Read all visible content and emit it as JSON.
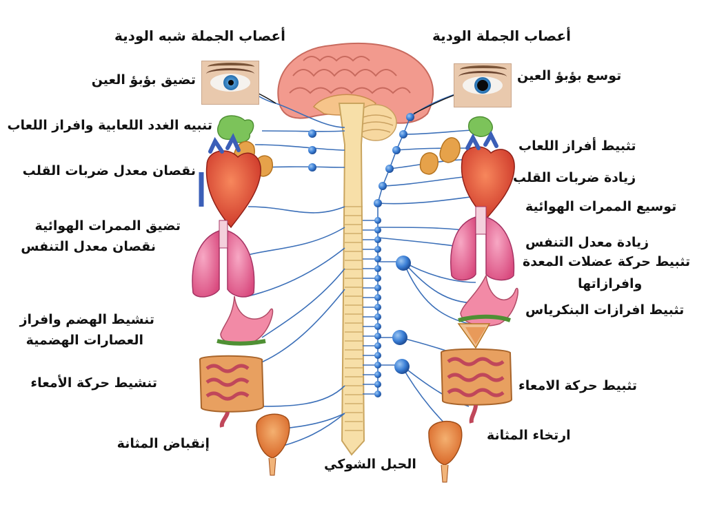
{
  "headers": {
    "parasympathetic": "أعصاب الجملة الودية",
    "sympathetic": "أعصاب الجملة شبه الودية"
  },
  "left_labels": {
    "pupil": "تضيق بؤبؤ العين",
    "saliva": "تنبيه الغدد اللعابية وافراز اللعاب",
    "heart": "نقصان معدل ضربات القلب",
    "airways_1": "تضيق الممرات الهوائية",
    "airways_2": "نقصان معدل التنفس",
    "digest_1": "تنشيط الهضم وافراز",
    "digest_2": "العصارات الهضمية",
    "intestine": "تنشيط حركة الأمعاء",
    "bladder": "إنقباض المثانة"
  },
  "right_labels": {
    "pupil": "توسع بؤبؤ العين",
    "saliva": "تثبيط أفراز اللعاب",
    "heart": "زيادة ضربات القلب",
    "airways": "توسيع الممرات الهوائية",
    "breathing": "زيادة معدل التنفس",
    "stomach_1": "تثبيط حركة عضلات المعدة",
    "stomach_2": "وافرازاتها",
    "pancreas": "تثبيط افرازات البنكرياس",
    "intestine": "تثبيط حركة الامعاء",
    "bladder": "ارتخاء المثانة"
  },
  "center_label": "الحبل الشوكي",
  "colors": {
    "nerve": "#3b6fb8",
    "ganglion": "#3b7fd6",
    "spinal_cord": "#f7dfa8",
    "brain": "#f29a8e",
    "heart": "#e2443a",
    "lung": "#ec6a99",
    "stomach": "#f28aa6",
    "intestine": "#c0475a",
    "bladder": "#e88a3a",
    "gland": "#7cc35a",
    "pancreas_gland": "#e6a24a"
  }
}
